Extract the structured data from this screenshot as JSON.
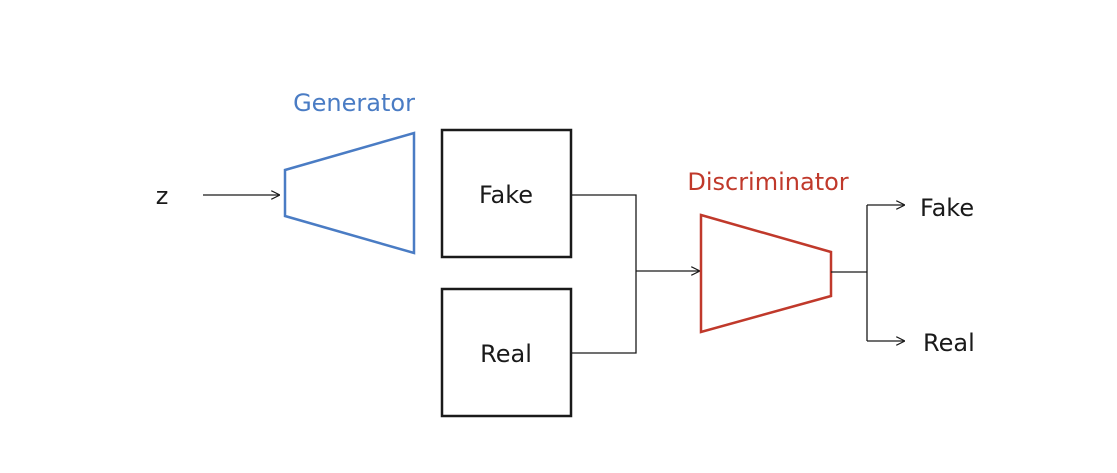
{
  "diagram": {
    "input_label": "z",
    "generator": {
      "label": "Generator",
      "color": "#4a7cc4"
    },
    "discriminator": {
      "label": "Discriminator",
      "color": "#c0392b"
    },
    "boxes": {
      "fake": "Fake",
      "real": "Real"
    },
    "outputs": {
      "fake": "Fake",
      "real": "Real"
    },
    "line_color": "#1a1a1a"
  }
}
